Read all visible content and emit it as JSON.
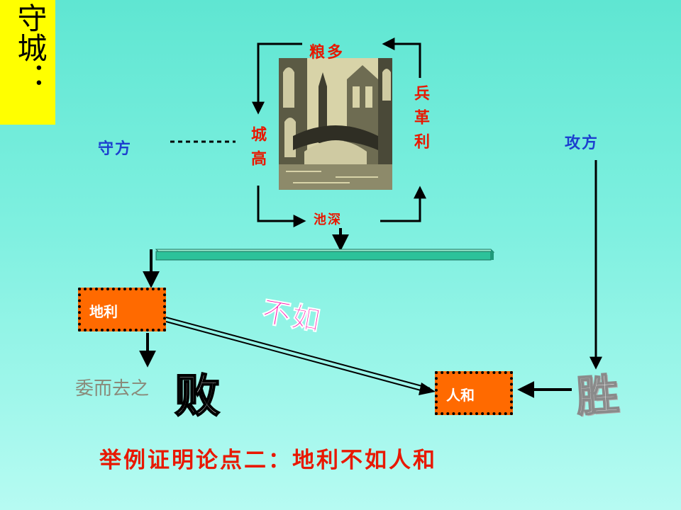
{
  "title": "守城：",
  "labels": {
    "liang_duo": "粮多",
    "bing_ge_li": "兵革利",
    "cheng_gao": "城高",
    "chi_shen": "池深",
    "shou_fang": "守方",
    "gong_fang": "攻方",
    "di_li": "地利",
    "ren_he": "人和",
    "bu_ru": "不如",
    "wei_er_qu_zhi": "委而去之",
    "bai": "败",
    "sheng": "胜"
  },
  "bottom_text": "举例证明论点二：地利不如人和",
  "colors": {
    "background": "#7ff0e0",
    "title_box": "#ffff00",
    "red_text": "#e81800",
    "blue_text": "#1c3fcf",
    "orange_box": "#ff6a00",
    "bar": "#2cc29a",
    "pink_text": "#ff00a8"
  }
}
